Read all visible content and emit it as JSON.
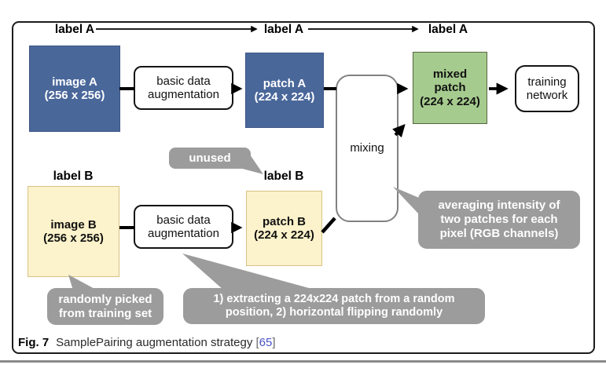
{
  "figure": {
    "caption": {
      "label": "Fig. 7",
      "title": "SamplePairing augmentation strategy",
      "citation_open": "[",
      "citation_number": "65",
      "citation_close": "]"
    },
    "labels": {
      "label_a_1": "label A",
      "label_a_2": "label A",
      "label_a_3": "label A",
      "label_b_1": "label B",
      "label_b_2": "label B"
    },
    "nodes": {
      "image_a": {
        "line1": "image A",
        "line2": "(256 x 256)"
      },
      "basic_aug_a": {
        "line1": "basic data",
        "line2": "augmentation"
      },
      "patch_a": {
        "line1": "patch A",
        "line2": "(224 x 224)"
      },
      "mixing": {
        "label": "mixing"
      },
      "mixed_patch": {
        "line1": "mixed",
        "line2": "patch",
        "line3": "(224 x 224)"
      },
      "training_network": {
        "line1": "training",
        "line2": "network"
      },
      "image_b": {
        "line1": "image B",
        "line2": "(256 x 256)"
      },
      "basic_aug_b": {
        "line1": "basic data",
        "line2": "augmentation"
      },
      "patch_b": {
        "line1": "patch B",
        "line2": "(224 x 224)"
      }
    },
    "callouts": {
      "unused": {
        "line1": "unused"
      },
      "randomly_picked": {
        "line1": "randomly picked",
        "line2": "from training set"
      },
      "patch_extraction": {
        "line1": "1) extracting a 224x224 patch from a random",
        "line2": "position, 2) horizontal flipping randomly"
      },
      "averaging": {
        "line1": "averaging intensity of",
        "line2": "two patches for each",
        "line3": "pixel (RGB channels)"
      }
    },
    "colors": {
      "image_blue": "#4a679a",
      "patch_cream": "#fcf2cb",
      "mixed_green": "#a5cb8e",
      "callout_gray": "#9c9c9c",
      "citation_blue": "#4a54c8"
    }
  }
}
